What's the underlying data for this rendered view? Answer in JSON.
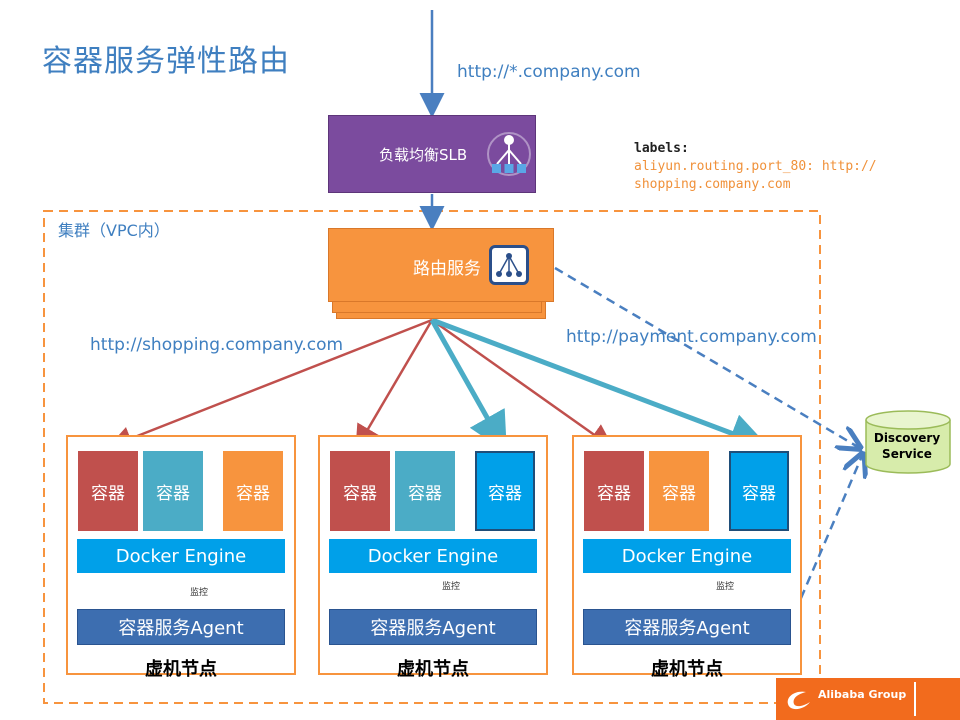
{
  "title": "容器服务弹性路由",
  "urls": {
    "wildcard": "http://*.company.com",
    "shopping": "http://shopping.company.com",
    "payment": "http://payment.company.com"
  },
  "labels_block": {
    "key": "labels:",
    "value_line1": "aliyun.routing.port_80: http://",
    "value_line2": "shopping.company.com"
  },
  "slb": {
    "label": "负载均衡SLB"
  },
  "cluster": {
    "label": "集群（VPC内）"
  },
  "routing": {
    "label": "路由服务"
  },
  "nodes": [
    {
      "containers": [
        "容器",
        "容器",
        "容器"
      ],
      "engine": "Docker Engine",
      "monitor": "监控",
      "agent": "容器服务Agent",
      "label": "虚机节点"
    },
    {
      "containers": [
        "容器",
        "容器",
        "容器"
      ],
      "engine": "Docker Engine",
      "monitor": "监控",
      "agent": "容器服务Agent",
      "label": "虚机节点"
    },
    {
      "containers": [
        "容器",
        "容器",
        "容器"
      ],
      "engine": "Docker Engine",
      "monitor": "监控",
      "agent": "容器服务Agent",
      "label": "虚机节点"
    }
  ],
  "discovery": {
    "line1": "Discovery",
    "line2": "Service"
  },
  "brand": {
    "text": "Alibaba Group"
  },
  "colors": {
    "title_blue": "#3f7fc0",
    "slb_purple": "#7b4b9e",
    "routing_orange": "#f7943e",
    "container_red": "#c0504d",
    "container_teal": "#4bacc6",
    "container_blue": "#00a0e9",
    "agent_blue": "#3d6eb0",
    "arrow_red": "#c0504d",
    "arrow_teal": "#4bacc6",
    "discovery_green": "#d7ecab"
  }
}
